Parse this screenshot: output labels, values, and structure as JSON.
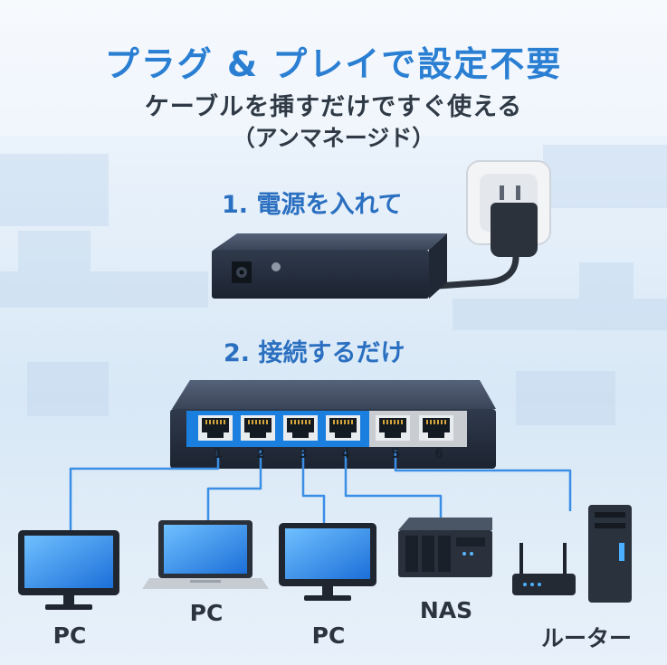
{
  "headline": {
    "title": "プラグ & プレイで設定不要",
    "subtitle": "ケーブルを挿すだけですぐ使える",
    "note": "（アンマネージド）"
  },
  "steps": [
    {
      "label": "1. 電源を入れて"
    },
    {
      "label": "2. 接続するだけ"
    }
  ],
  "switch": {
    "ports": [
      {
        "number": "1",
        "color": "#1b7fe0"
      },
      {
        "number": "2",
        "color": "#1b7fe0"
      },
      {
        "number": "3",
        "color": "#1b7fe0"
      },
      {
        "number": "4",
        "color": "#1b7fe0"
      },
      {
        "number": "5",
        "color": "#c9cdd2"
      },
      {
        "number": "6",
        "color": "#c9cdd2"
      }
    ]
  },
  "devices": [
    {
      "label": "PC",
      "icon": "monitor-icon"
    },
    {
      "label": "PC",
      "icon": "laptop-icon"
    },
    {
      "label": "PC",
      "icon": "monitor-icon"
    },
    {
      "label": "NAS",
      "icon": "nas-icon"
    },
    {
      "label": "ルーター",
      "icon": "router-icon"
    }
  ],
  "colors": {
    "accent": "#2a7fd3",
    "cable": "#3a8ee6",
    "switch_body": "#2c3644"
  }
}
